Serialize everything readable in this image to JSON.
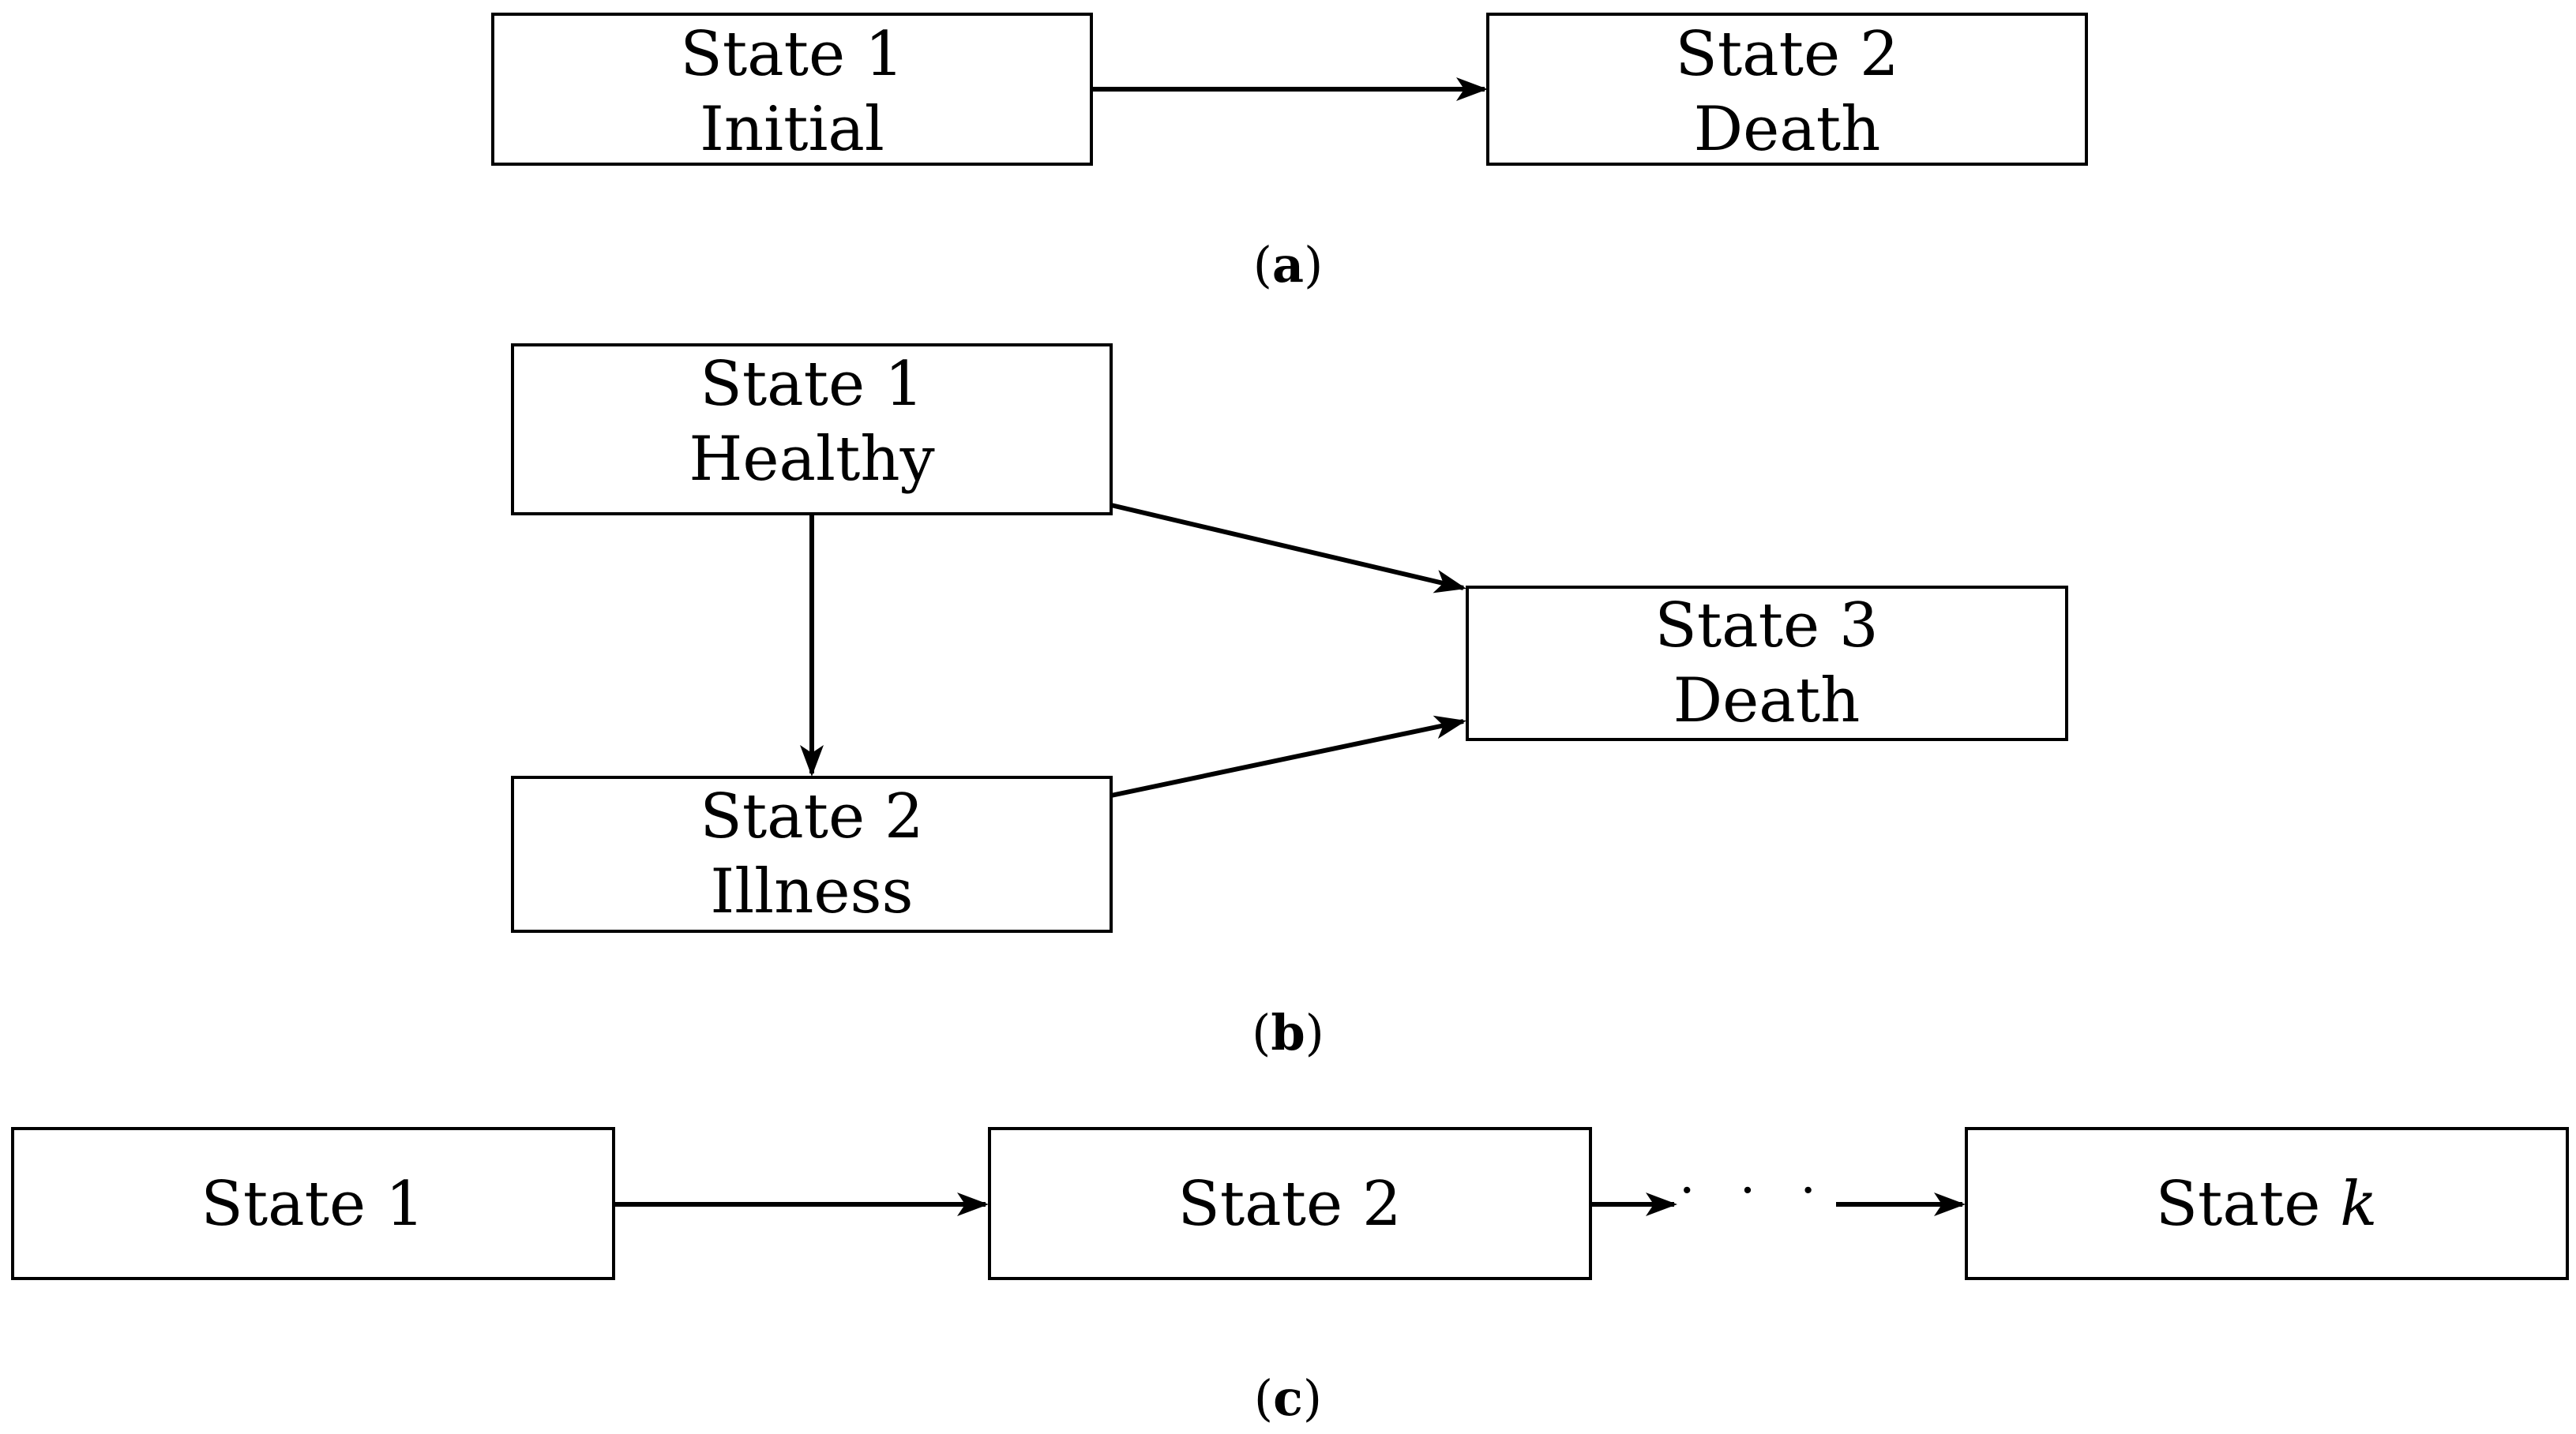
{
  "diagram_a": {
    "nodes": [
      {
        "line1": "State 1",
        "line2": "Initial"
      },
      {
        "line1": "State 2",
        "line2": "Death"
      }
    ],
    "caption": "a"
  },
  "diagram_b": {
    "nodes": [
      {
        "line1": "State 1",
        "line2": "Healthy"
      },
      {
        "line1": "State 2",
        "line2": "Illness"
      },
      {
        "line1": "State 3",
        "line2": "Death"
      }
    ],
    "caption": "b"
  },
  "diagram_c": {
    "nodes": [
      {
        "line1": "State 1"
      },
      {
        "line1": "State 2"
      },
      {
        "prefix": "State ",
        "var": "k"
      }
    ],
    "ellipsis": "· · ·",
    "caption": "c"
  },
  "colors": {
    "stroke": "#000000",
    "background": "#ffffff"
  }
}
